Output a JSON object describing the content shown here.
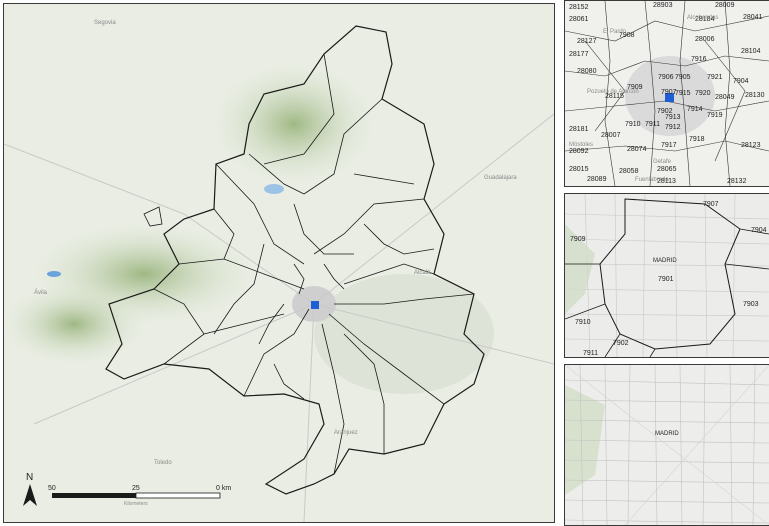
{
  "main_map": {
    "north_label": "N",
    "scale_labels": [
      "50",
      "25",
      "0 km"
    ],
    "scale_caption": "Kilometers",
    "place_labels": [
      "Segovia",
      "Guadalajara",
      "Alcalá",
      "Toledo",
      "Aranjuez",
      "Ávila"
    ]
  },
  "inset_top": {
    "codes": [
      "28152",
      "28903",
      "28009",
      "28061",
      "28184",
      "28041",
      "28127",
      "7908",
      "28006",
      "28177",
      "7916",
      "28104",
      "28080",
      "7921",
      "7906",
      "7905",
      "7909",
      "7907",
      "7904",
      "28115",
      "7902",
      "7915",
      "7920",
      "28049",
      "28130",
      "7914",
      "28181",
      "7910",
      "7911",
      "7912",
      "7919",
      "28007",
      "7913",
      "28092",
      "28074",
      "7917",
      "7918",
      "28123",
      "28065",
      "28058",
      "28015",
      "28089",
      "28113",
      "28132"
    ],
    "places": [
      "El Pardo",
      "Alcobendas",
      "Getafe",
      "Fuenlabrada",
      "Móstoles",
      "Pozuelo de Alarcón"
    ]
  },
  "inset_mid": {
    "codes": [
      "7907",
      "7909",
      "7904",
      "7901",
      "7903",
      "7910",
      "7902",
      "7911"
    ],
    "city": "MADRID"
  },
  "inset_bot": {
    "city": "MADRID"
  },
  "colors": {
    "boundary": "#1a1a1a",
    "highlight": "#1f5fd6",
    "terrain": "#dfe6d6",
    "mountain": "#a9c08f",
    "urban": "#d8d8d8"
  }
}
